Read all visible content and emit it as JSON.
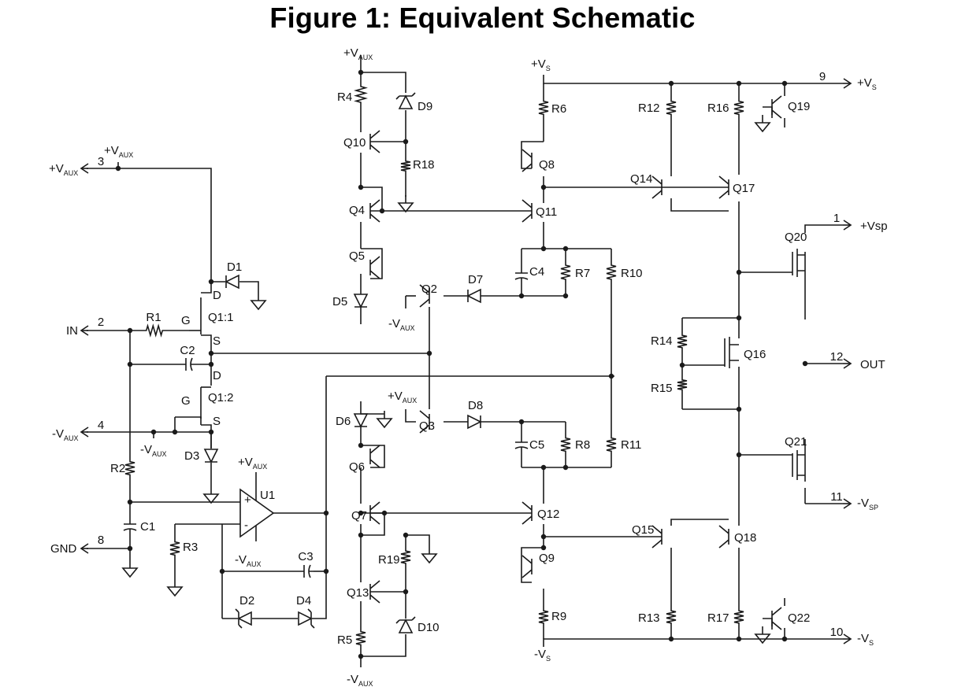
{
  "figure": {
    "title": "Figure 1: Equivalent Schematic"
  },
  "colors": {
    "ink": "#1a1a1a",
    "background": "#ffffff"
  },
  "pins": [
    {
      "num": "1",
      "name": "IN"
    },
    {
      "num": "2",
      "name": "+VAUX"
    },
    {
      "num": "3",
      "name": "-VAUX"
    },
    {
      "num": "4",
      "name": "GND"
    },
    {
      "num": "8",
      "name": "+VS"
    },
    {
      "num": "9",
      "name": "-VS"
    },
    {
      "num": "10",
      "name": "-VSP"
    },
    {
      "num": "11",
      "name": "OUT"
    },
    {
      "num": "12",
      "name": "+Vsp"
    }
  ],
  "supplies": {
    "vaux_pos": "+VAUX",
    "vaux_neg": "-VAUX",
    "vs_pos": "+VS",
    "vs_neg": "-VS"
  },
  "labels": {
    "q1_1": "Q1:1",
    "q1_2": "Q1:2",
    "gate": "G",
    "drain": "D",
    "source": "S",
    "u1": "U1",
    "plus": "+",
    "minus": "-"
  },
  "resistors": [
    "R1",
    "R2",
    "R3",
    "R4",
    "R5",
    "R6",
    "R7",
    "R8",
    "R9",
    "R10",
    "R11",
    "R12",
    "R13",
    "R14",
    "R15",
    "R16",
    "R17",
    "R18",
    "R19"
  ],
  "capacitors": [
    "C1",
    "C2",
    "C3",
    "C4",
    "C5"
  ],
  "diodes": [
    "D1",
    "D2",
    "D3",
    "D4",
    "D5",
    "D6",
    "D7",
    "D8",
    "D9",
    "D10"
  ],
  "transistors": [
    "Q2",
    "Q3",
    "Q4",
    "Q5",
    "Q6",
    "Q7",
    "Q8",
    "Q9",
    "Q10",
    "Q11",
    "Q12",
    "Q13",
    "Q14",
    "Q15",
    "Q16",
    "Q17",
    "Q18",
    "Q19",
    "Q20",
    "Q21",
    "Q22"
  ]
}
